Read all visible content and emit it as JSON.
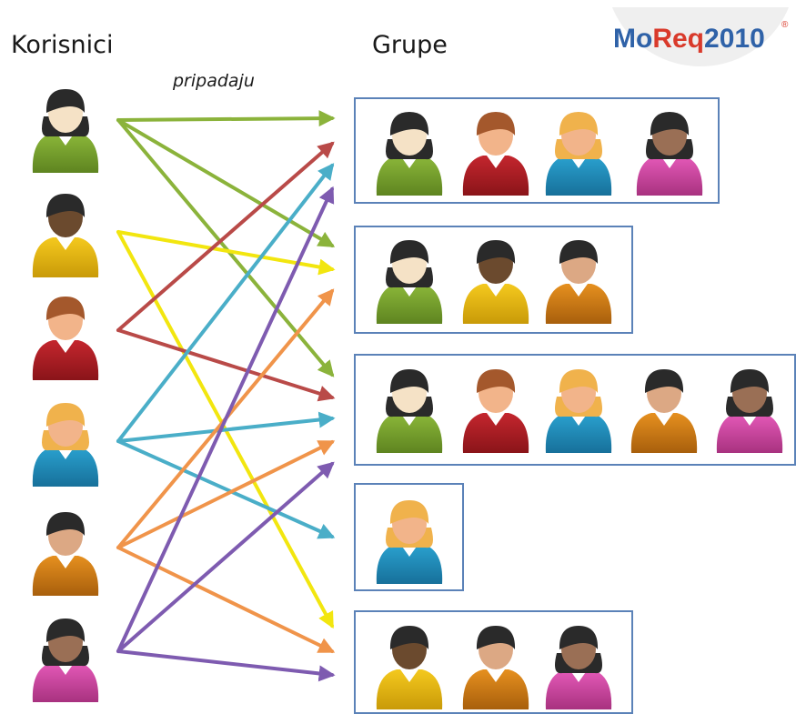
{
  "labels": {
    "users": "Korisnici",
    "groups": "Grupe",
    "relation": "pripadaju"
  },
  "logo": {
    "part1": "Mo",
    "part2": "Req",
    "part3": "2010",
    "mark": "®",
    "colors": {
      "mo": "#2f62a8",
      "req": "#d93a2b",
      "year": "#2f62a8"
    }
  },
  "colors": {
    "green": "#8bb33b",
    "yellow": "#f2e60f",
    "red": "#b94a48",
    "blue": "#4aaec8",
    "orange": "#f0944a",
    "purple": "#7e5bb0",
    "box": "#5b82b8"
  },
  "palette": {
    "green": {
      "shirt": "#8cb83a",
      "dark": "#5e8420"
    },
    "yellow": {
      "shirt": "#f4c91e",
      "dark": "#c99a08"
    },
    "red": {
      "shirt": "#c4262e",
      "dark": "#8a1419"
    },
    "blue": {
      "shirt": "#2aa2d0",
      "dark": "#17709a"
    },
    "orange": {
      "shirt": "#e6901f",
      "dark": "#a85f0c"
    },
    "pink": {
      "shirt": "#e65aba",
      "dark": "#a8327f"
    },
    "skin": {
      "light": "#f5e2c6",
      "peach": "#f2b48a",
      "tan": "#dca884",
      "dark": "#6b4a2e",
      "brown": "#9a6f55"
    },
    "hair": {
      "black": "#2a2a2a",
      "brown": "#a4582c",
      "blonde": "#f0b24c"
    }
  },
  "users": [
    {
      "id": "u1",
      "shirt": "green",
      "skin": "light",
      "hair": "black",
      "style": "bob"
    },
    {
      "id": "u2",
      "shirt": "yellow",
      "skin": "dark",
      "hair": "black",
      "style": "short"
    },
    {
      "id": "u3",
      "shirt": "red",
      "skin": "peach",
      "hair": "brown",
      "style": "short"
    },
    {
      "id": "u4",
      "shirt": "blue",
      "skin": "peach",
      "hair": "blonde",
      "style": "bob"
    },
    {
      "id": "u5",
      "shirt": "orange",
      "skin": "tan",
      "hair": "black",
      "style": "short"
    },
    {
      "id": "u6",
      "shirt": "pink",
      "skin": "brown",
      "hair": "black",
      "style": "bob"
    }
  ],
  "groups": [
    {
      "id": "g1",
      "members": [
        "u1",
        "u3",
        "u4",
        "u6"
      ]
    },
    {
      "id": "g2",
      "members": [
        "u1",
        "u2",
        "u5"
      ]
    },
    {
      "id": "g3",
      "members": [
        "u1",
        "u3",
        "u4",
        "u5",
        "u6"
      ]
    },
    {
      "id": "g4",
      "members": [
        "u4"
      ]
    },
    {
      "id": "g5",
      "members": [
        "u2",
        "u5",
        "u6"
      ]
    }
  ],
  "memberships": [
    {
      "from": "u1",
      "color": "green",
      "to": [
        "g1",
        "g2",
        "g3"
      ]
    },
    {
      "from": "u2",
      "color": "yellow",
      "to": [
        "g2",
        "g5"
      ]
    },
    {
      "from": "u3",
      "color": "red",
      "to": [
        "g1",
        "g3"
      ]
    },
    {
      "from": "u4",
      "color": "blue",
      "to": [
        "g1",
        "g3",
        "g4"
      ]
    },
    {
      "from": "u5",
      "color": "orange",
      "to": [
        "g2",
        "g3",
        "g5"
      ]
    },
    {
      "from": "u6",
      "color": "purple",
      "to": [
        "g1",
        "g3",
        "g5"
      ]
    }
  ]
}
